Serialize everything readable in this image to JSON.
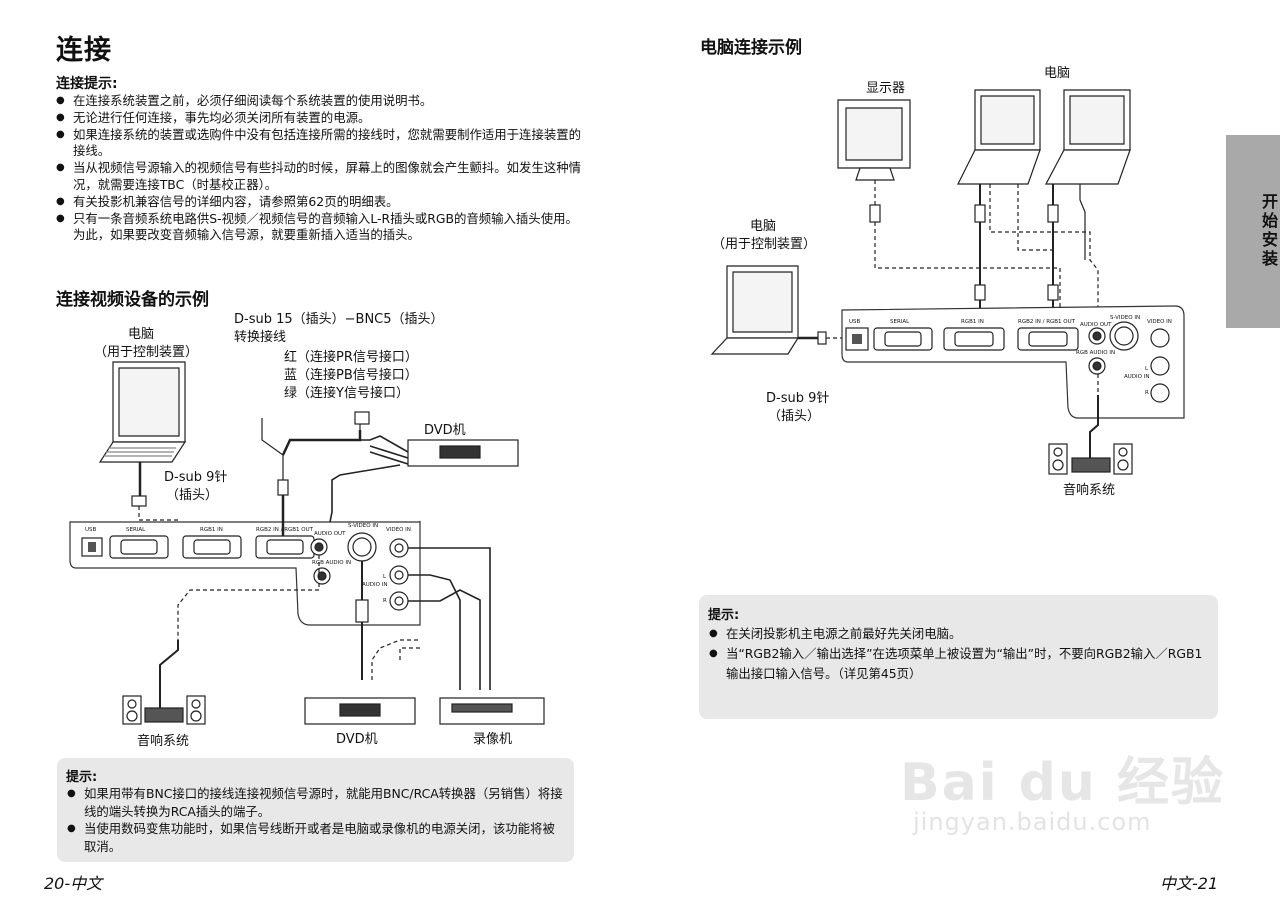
{
  "left": {
    "title": "连接",
    "tips_heading": "连接提示:",
    "tips": [
      "在连接系统装置之前，必须仔细阅读每个系统装置的使用说明书。",
      "无论进行任何连接，事先均必须关闭所有装置的电源。",
      "如果连接系统的装置或选购件中没有包括连接所需的接线时，您就需要制作适用于连接装置的接线。",
      "当从视频信号源输入的视频信号有些抖动的时候，屏幕上的图像就会产生颤抖。如发生这种情况，就需要连接TBC（时基校正器）。",
      "有关投影机兼容信号的详细内容，请参照第62页的明细表。",
      "只有一条音频系统电路供S-视频／视频信号的音频输入L-R插头或RGB的音频输入插头使用。为此，如果要改变音频输入信号源，就要重新插入适当的插头。"
    ],
    "section_title": "连接视频设备的示例",
    "diagram": {
      "pc_label_1": "电脑",
      "pc_label_2": "（用于控制装置）",
      "cable_label_1": "D-sub 15（插头）−BNC5（插头）",
      "cable_label_2": "转换接线",
      "red_label": "红（连接PR信号接口）",
      "blue_label": "蓝（连接PB信号接口）",
      "green_label": "绿（连接Y信号接口）",
      "dvd_top_label": "DVD机",
      "dsub9_label_1": "D-sub 9针",
      "dsub9_label_2": "（插头）",
      "panel_usb": "USB",
      "panel_serial": "SERIAL",
      "panel_rgb1": "RGB1 IN",
      "panel_rgb2": "RGB2 IN / RGB1 OUT",
      "panel_audio_out": "AUDIO OUT",
      "panel_svideo": "S-VIDEO IN",
      "panel_video": "VIDEO IN",
      "panel_rgb_audio": "RGB AUDIO IN",
      "panel_audio_in": "AUDIO IN",
      "panel_l": "L",
      "panel_r": "R",
      "audio_label": "音响系统",
      "dvd_bottom_label": "DVD机",
      "vcr_label": "录像机"
    },
    "note_heading": "提示:",
    "notes": [
      "如果用带有BNC接口的接线连接视频信号源时，就能用BNC/RCA转换器（另销售）将接线的端头转换为RCA插头的端子。",
      "当使用数码变焦功能时，如果信号线断开或者是电脑或录像机的电源关闭，该功能将被取消。"
    ],
    "page_number": "20-中文"
  },
  "right": {
    "section_title": "电脑连接示例",
    "diagram": {
      "monitor_label": "显示器",
      "pc_top_label": "电脑",
      "pc_label_1": "电脑",
      "pc_label_2": "（用于控制装置）",
      "dsub9_label_1": "D-sub 9针",
      "dsub9_label_2": "（插头）",
      "panel_usb": "USB",
      "panel_serial": "SERIAL",
      "panel_rgb1": "RGB1 IN",
      "panel_rgb2": "RGB2 IN / RGB1 OUT",
      "panel_audio_out": "AUDIO OUT",
      "panel_svideo": "S-VIDEO IN",
      "panel_video": "VIDEO IN",
      "panel_rgb_audio": "RGB AUDIO IN",
      "panel_audio_in": "AUDIO IN",
      "panel_l": "L",
      "panel_r": "R",
      "audio_label": "音响系统"
    },
    "note_heading": "提示:",
    "notes": [
      "在关闭投影机主电源之前最好先关闭电脑。",
      "当“RGB2输入／输出选择”在选项菜单上被设置为“输出”时，不要向RGB2输入／RGB1输出接口输入信号。（详见第45页）"
    ],
    "page_number": "中文-21",
    "side_tab": "开始安装"
  },
  "watermark": {
    "line1": "Bai du 经验",
    "line2": "jingyan.baidu.com"
  }
}
